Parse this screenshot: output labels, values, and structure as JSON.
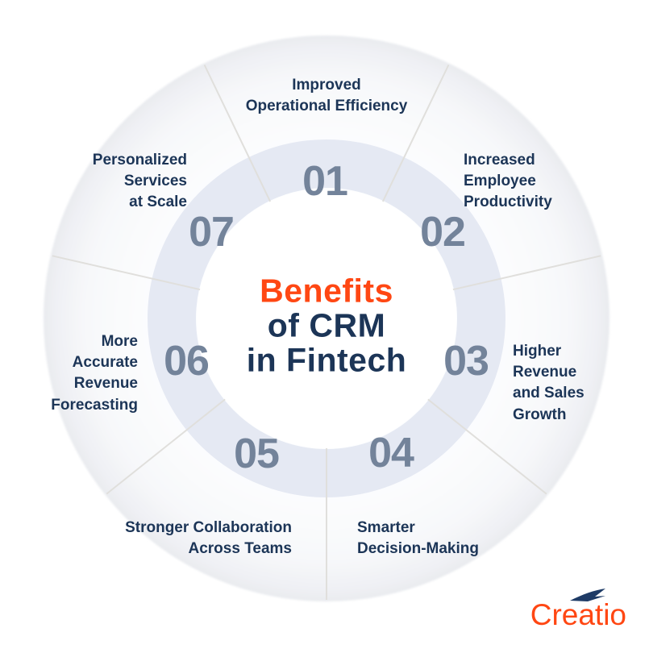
{
  "center": {
    "title_lines": [
      "Benefits",
      "of CRM",
      "in Fintech"
    ],
    "title_accent_color": "#FF4713",
    "title_color": "#1C3557"
  },
  "segments": [
    {
      "number": "01",
      "label": "Improved Operational Efficiency",
      "lines": [
        "Improved",
        "Operational Efficiency"
      ]
    },
    {
      "number": "02",
      "label": "Increased Employee Productivity",
      "lines": [
        "Increased",
        "Employee",
        "Productivity"
      ]
    },
    {
      "number": "03",
      "label": "Higher Revenue and Sales Growth",
      "lines": [
        "Higher",
        "Revenue",
        "and Sales",
        "Growth"
      ]
    },
    {
      "number": "04",
      "label": "Smarter Decision-Making",
      "lines": [
        "Smarter",
        "Decision-Making"
      ]
    },
    {
      "number": "05",
      "label": "Stronger Collaboration Across Teams",
      "lines": [
        "Stronger Collaboration",
        "Across Teams"
      ]
    },
    {
      "number": "06",
      "label": "More Accurate Revenue Forecasting",
      "lines": [
        "More",
        "Accurate",
        "Revenue",
        "Forecasting"
      ]
    },
    {
      "number": "07",
      "label": "Personalized Services at Scale",
      "lines": [
        "Personalized",
        "Services",
        "at Scale"
      ]
    }
  ],
  "logo": {
    "text": "Creatio",
    "text_color": "#FF4713",
    "arrow_color": "#1E3B66"
  },
  "colors": {
    "background": "#FFFFFF",
    "wheel_rim": "#E9EBEF",
    "inner_ring": "#E5E9F3",
    "divider_line": "#E0DFDC",
    "segment_number": "#73839A",
    "label_text": "#1C3557"
  }
}
